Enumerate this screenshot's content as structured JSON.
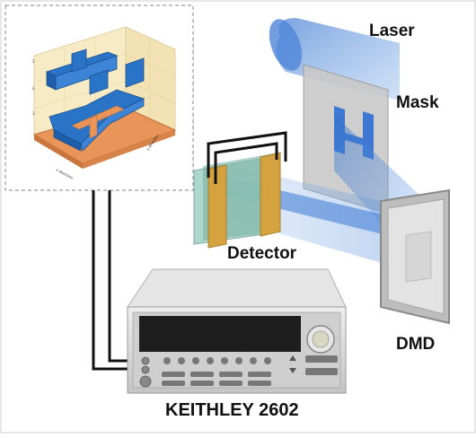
{
  "labels": {
    "laser": "Laser",
    "mask": "Mask",
    "detector": "Detector",
    "dmd": "DMD",
    "instrument": "KEITHLEY 2602"
  },
  "inset_plot": {
    "axis_x": "x direction",
    "axis_y": "y direction"
  },
  "colors": {
    "beam": "#3f7fd6",
    "mask_plate": "#c9c9c9",
    "mask_pattern": "#2f6fd0",
    "detector_electrode": "#d4a340",
    "detector_layer": "#7fb7a8",
    "inset_background": "#f7ebc6",
    "inset_base": "#e9955a",
    "inset_blocks": "#2a74c8",
    "instrument_body": "#d9d9d9",
    "instrument_display": "#1e1e1e",
    "wires": "#111111"
  }
}
